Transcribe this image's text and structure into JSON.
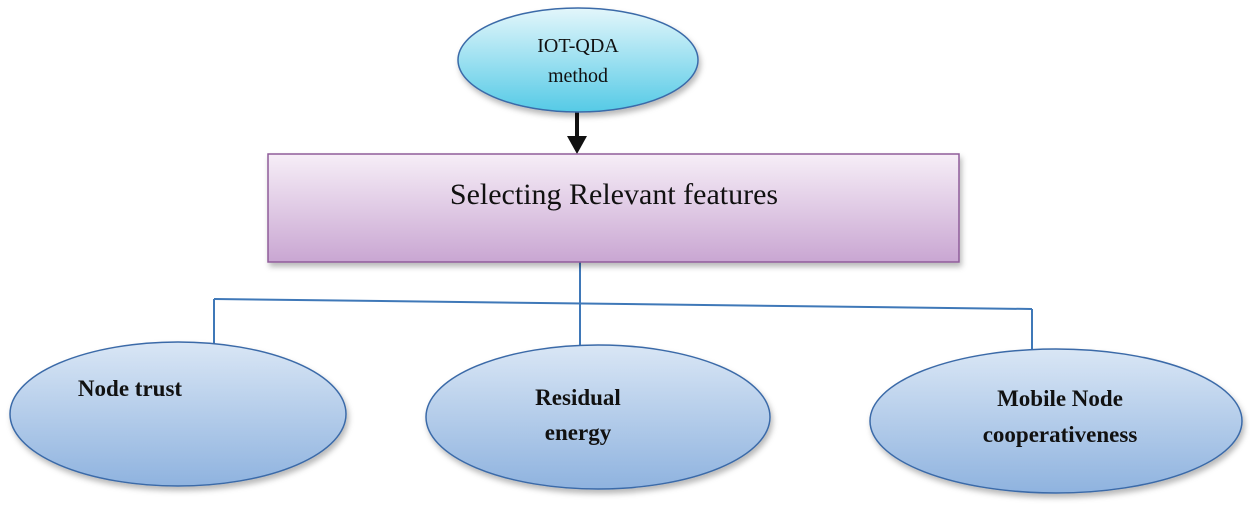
{
  "diagram": {
    "top_node": {
      "line1": "IOT-QDA",
      "line2": "method"
    },
    "main_box": {
      "label": "Selecting Relevant features"
    },
    "leaves": [
      {
        "line1": "Node trust",
        "line2": ""
      },
      {
        "line1": "Residual",
        "line2": "energy"
      },
      {
        "line1": "Mobile Node",
        "line2": "cooperativeness"
      }
    ],
    "colors": {
      "ellipse_top_light": "#e3f6fb",
      "ellipse_top_dark": "#55cae6",
      "ellipse_light": "#d9e6f5",
      "ellipse_dark": "#8fb3df",
      "ellipse_stroke": "#3b6aa8",
      "box_light": "#f6eef7",
      "box_dark": "#c9a6d2",
      "box_stroke": "#8f5c9a",
      "connector": "#3f78b8",
      "arrow": "#111111"
    }
  }
}
